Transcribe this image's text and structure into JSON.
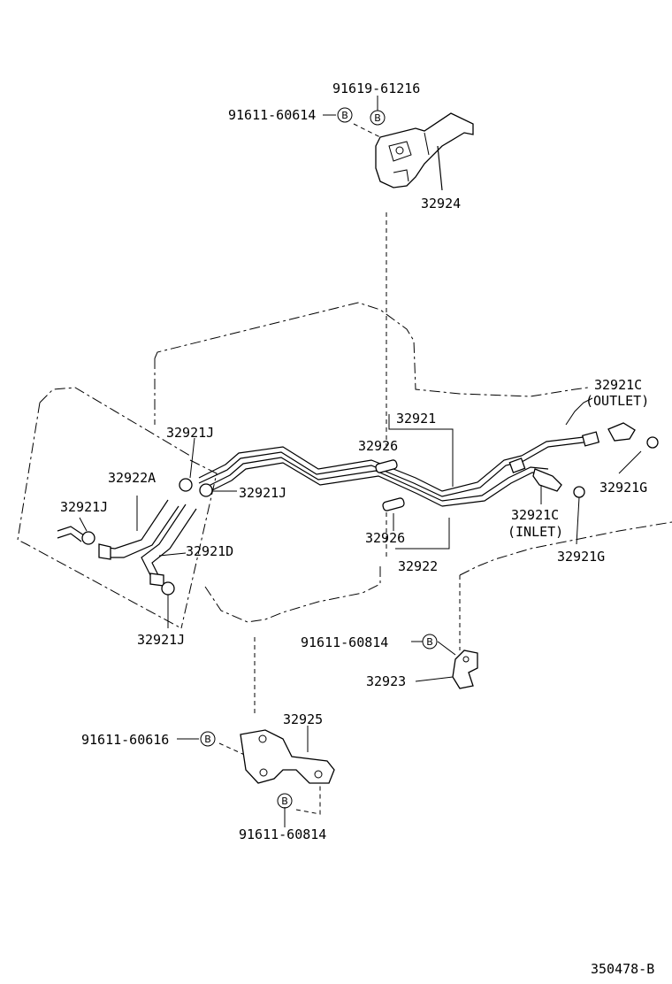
{
  "labels": {
    "p91619_61216": "91619-61216",
    "p91611_60614": "91611-60614",
    "p32924": "32924",
    "p32921": "32921",
    "p32921c_top": "32921C",
    "outlet": "(OUTLET)",
    "p32921j_1": "32921J",
    "p32926_a": "32926",
    "p32922a": "32922A",
    "p32921j_2": "32921J",
    "p32921j_3": "32921J",
    "p32921g_1": "32921G",
    "p32921c_inlet": "32921C",
    "inlet": "(INLET)",
    "p32921d": "32921D",
    "p32926_b": "32926",
    "p32921g_2": "32921G",
    "p32922": "32922",
    "p32921j_4": "32921J",
    "p91611_60814_a": "91611-60814",
    "p32923": "32923",
    "p32925": "32925",
    "p91611_60616": "91611-60616",
    "p91611_60814_b": "91611-60814",
    "figure_code": "350478-B"
  },
  "bolt_marker": "B"
}
